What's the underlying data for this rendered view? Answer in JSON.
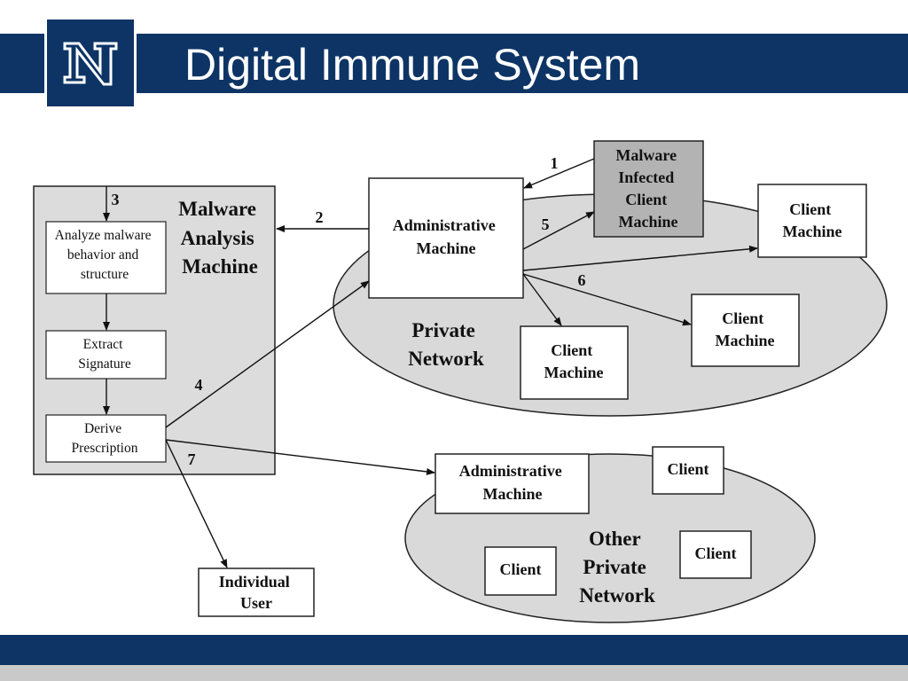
{
  "slide": {
    "title": "Digital Immune System"
  },
  "colors": {
    "banner": "#0d3465",
    "footer_strip": "#c9c9c9",
    "network_fill": "#d9d9d9",
    "infected_fill": "#b3b3b3"
  },
  "diagram": {
    "malware_analysis": {
      "title_lines": [
        "Malware",
        "Analysis",
        "Machine"
      ],
      "step_analyze": [
        "Analyze malware",
        "behavior and",
        "structure"
      ],
      "step_extract": [
        "Extract",
        "Signature"
      ],
      "step_derive": [
        "Derive",
        "Prescription"
      ]
    },
    "admin_machine": [
      "Administrative",
      "Machine"
    ],
    "infected_machine": [
      "Malware",
      "Infected",
      "Client",
      "Machine"
    ],
    "client_machine": [
      "Client",
      "Machine"
    ],
    "private_network": [
      "Private",
      "Network"
    ],
    "other_admin_machine": [
      "Administrative",
      "Machine"
    ],
    "client_short": "Client",
    "other_network": [
      "Other",
      "Private",
      "Network"
    ],
    "individual_user": [
      "Individual",
      "User"
    ],
    "arrow_labels": [
      "1",
      "2",
      "3",
      "4",
      "5",
      "6",
      "7"
    ]
  }
}
